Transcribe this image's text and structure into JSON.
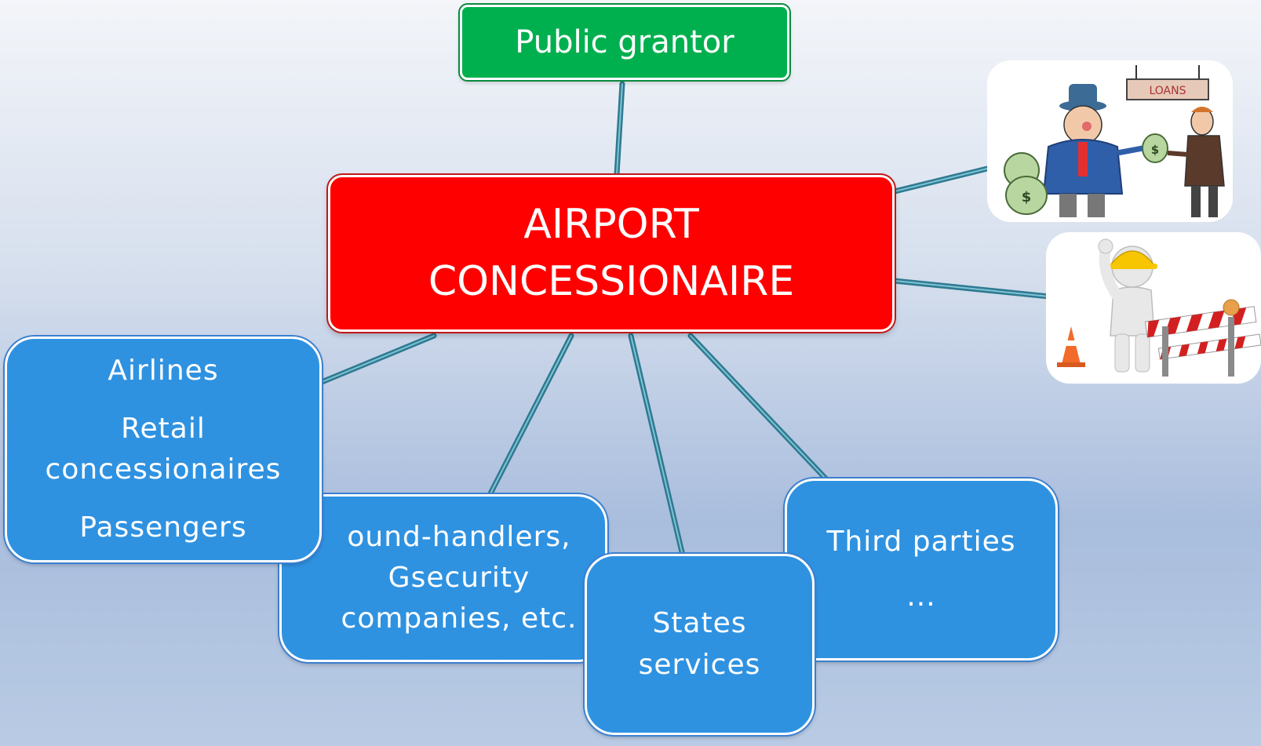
{
  "nodes": {
    "grantor": "Public grantor",
    "central": [
      "AIRPORT",
      "CONCESSIONAIRE"
    ],
    "airlines": [
      "Airlines",
      "Retail",
      "concessionaires",
      "Passengers"
    ],
    "ground": [
      "ound-handlers,",
      "Gsecurity",
      "companies, etc."
    ],
    "states": [
      "States",
      "services"
    ],
    "third": [
      "Third parties",
      "..."
    ]
  },
  "illustrations": {
    "loans_sign": "LOANS",
    "dollar_symbol": "$"
  },
  "colors": {
    "central": "#ff0000",
    "grantor": "#00b04f",
    "stakeholder": "#2f92e1",
    "connector": "#2e7a91"
  }
}
